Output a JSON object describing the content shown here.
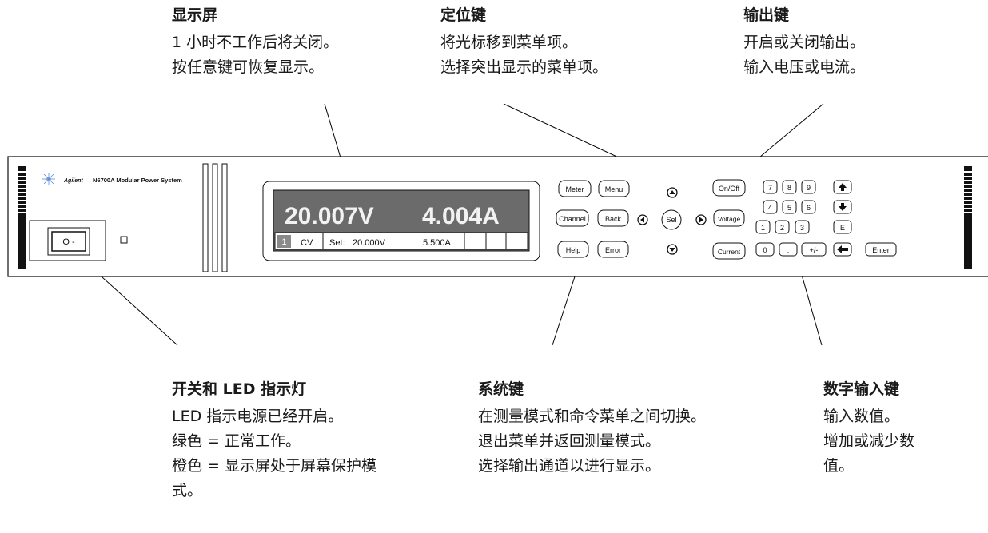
{
  "captions": {
    "display": {
      "title": "显示屏",
      "lines": [
        "1 小时不工作后将关闭。",
        "按任意键可恢复显示。"
      ]
    },
    "nav": {
      "title": "定位键",
      "lines": [
        "将光标移到菜单项。",
        "选择突出显示的菜单项。"
      ]
    },
    "output": {
      "title": "输出键",
      "lines": [
        "开启或关闭输出。",
        "输入电压或电流。"
      ]
    },
    "switch": {
      "title": "开关和 LED 指示灯",
      "lines": [
        "LED 指示电源已经开启。",
        "绿色 = 正常工作。",
        "橙色 = 显示屏处于屏幕保护模",
        "式。"
      ]
    },
    "system": {
      "title": "系统键",
      "lines": [
        "在测量模式和命令菜单之间切换。",
        "退出菜单并返回测量模式。",
        "选择输出通道以进行显示。"
      ]
    },
    "numeric": {
      "title": "数字输入键",
      "lines": [
        "输入数值。",
        "增加或减少数",
        "值。"
      ]
    }
  },
  "panel": {
    "brand": "Agilent",
    "model": "N6700A Modular Power System",
    "switch_label": "O  -",
    "lcd": {
      "voltage": "20.007V",
      "current": "4.004A",
      "channel": "1",
      "mode": "CV",
      "set_label": "Set:",
      "set_voltage": "20.000V",
      "set_current": "5.500A"
    },
    "system_keys": {
      "meter": "Meter",
      "menu": "Menu",
      "channel": "Channel",
      "back": "Back",
      "help": "Help",
      "error": "Error"
    },
    "nav_keys": {
      "select": "Sel"
    },
    "output_keys": {
      "on_off": "On/Off",
      "voltage": "Voltage",
      "current": "Current"
    },
    "keypad": {
      "k7": "7",
      "k8": "8",
      "k9": "9",
      "k4": "4",
      "k5": "5",
      "k6": "6",
      "k1": "1",
      "k2": "2",
      "k3": "3",
      "kE": "E",
      "k0": "0",
      "kdot": ".",
      "kpm": "+/-",
      "enter": "Enter"
    }
  },
  "colors": {
    "lcd_bg": "#6b6b6b",
    "lcd_text": "#f2f2f2",
    "panel_bg": "#ffffff",
    "led_accent": "#5b8ad6"
  }
}
